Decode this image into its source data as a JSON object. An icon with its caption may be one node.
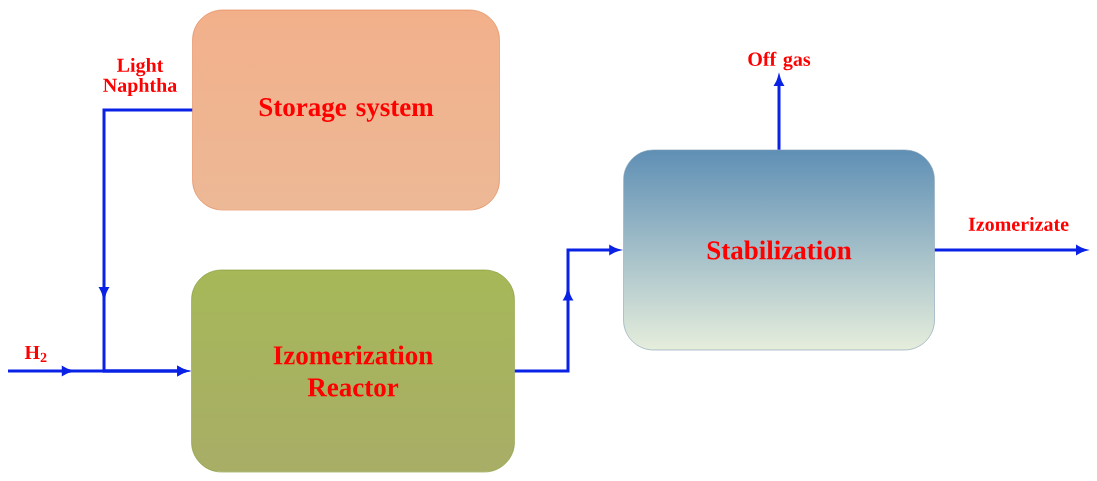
{
  "diagram": {
    "nodes": [
      {
        "text": [
          "Storage system"
        ]
      },
      {
        "text": [
          "Izomerization Reactor"
        ]
      },
      {
        "text": [
          "Stabilization"
        ]
      }
    ],
    "edges": [
      {
        "from": 0,
        "to": 1,
        "arrow": "to",
        "label": "Light Naphtha"
      },
      {
        "from": null,
        "to": 1,
        "arrow": "to",
        "label": "H$_{2}$"
      },
      {
        "from": 1,
        "to": 2,
        "arrow": "to"
      },
      {
        "from": 2,
        "to": null,
        "arrow": "to",
        "label": "Off gas"
      },
      {
        "from": 2,
        "to": null,
        "arrow": "to",
        "label": "Izomerizate"
      }
    ]
  }
}
